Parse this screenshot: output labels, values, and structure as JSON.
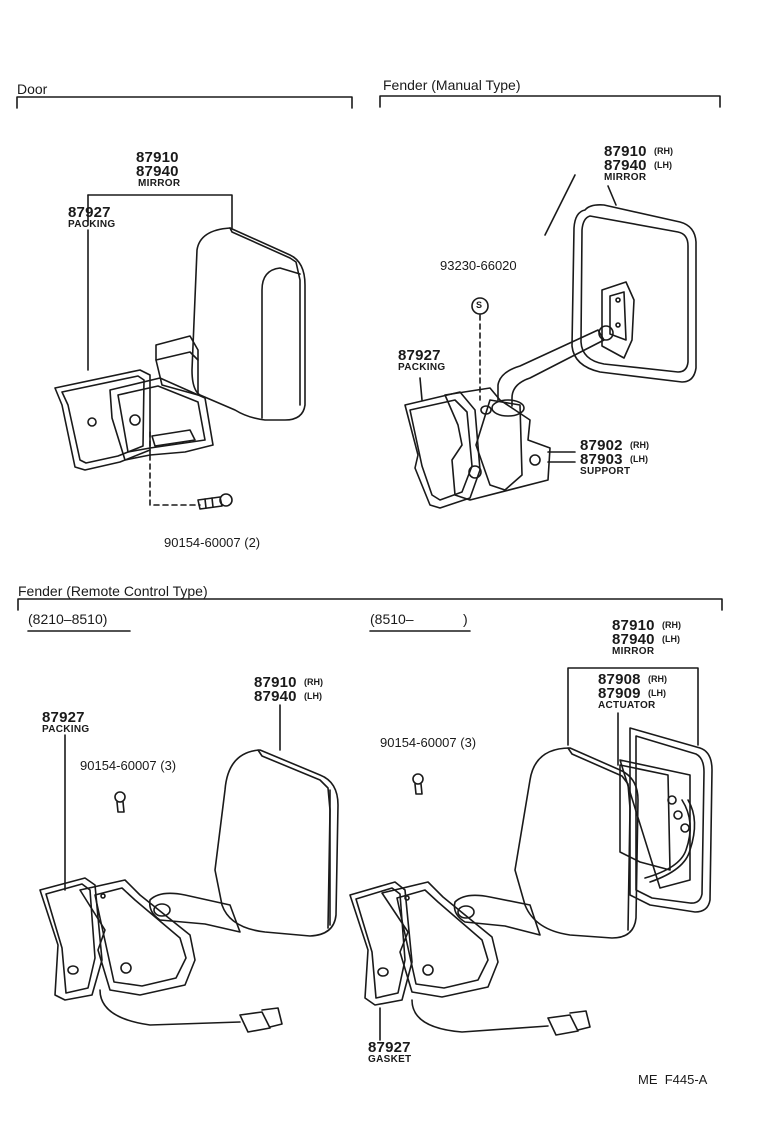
{
  "sections": {
    "door": "Door",
    "fender_manual": "Fender (Manual Type)",
    "fender_remote": "Fender (Remote Control Type)",
    "range_early": "(8210–8510)",
    "range_late_start": "(8510–",
    "range_late_end": ")"
  },
  "door": {
    "mirror_pn1": "87910",
    "mirror_pn2": "87940",
    "mirror_label": "MIRROR",
    "packing_pn": "87927",
    "packing_label": "PACKING",
    "screw": "90154-60007 (2)"
  },
  "manual": {
    "mirror_pn1": "87910",
    "mirror_pn1_sfx": "(RH)",
    "mirror_pn2": "87940",
    "mirror_pn2_sfx": "(LH)",
    "mirror_label": "MIRROR",
    "screw_pn": "93230-66020",
    "screw_symbol": "S",
    "packing_pn": "87927",
    "packing_label": "PACKING",
    "support_pn1": "87902",
    "support_pn1_sfx": "(RH)",
    "support_pn2": "87903",
    "support_pn2_sfx": "(LH)",
    "support_label": "SUPPORT"
  },
  "remote_early": {
    "mirror_pn1": "87910",
    "mirror_pn1_sfx": "(RH)",
    "mirror_pn2": "87940",
    "mirror_pn2_sfx": "(LH)",
    "packing_pn": "87927",
    "packing_label": "PACKING",
    "screw": "90154-60007 (3)"
  },
  "remote_late": {
    "mirror_pn1": "87910",
    "mirror_pn1_sfx": "(RH)",
    "mirror_pn2": "87940",
    "mirror_pn2_sfx": "(LH)",
    "mirror_label": "MIRROR",
    "actuator_pn1": "87908",
    "actuator_pn1_sfx": "(RH)",
    "actuator_pn2": "87909",
    "actuator_pn2_sfx": "(LH)",
    "actuator_label": "ACTUATOR",
    "screw": "90154-60007 (3)",
    "gasket_pn": "87927",
    "gasket_label": "GASKET"
  },
  "footer_code": "ME  F445-A"
}
